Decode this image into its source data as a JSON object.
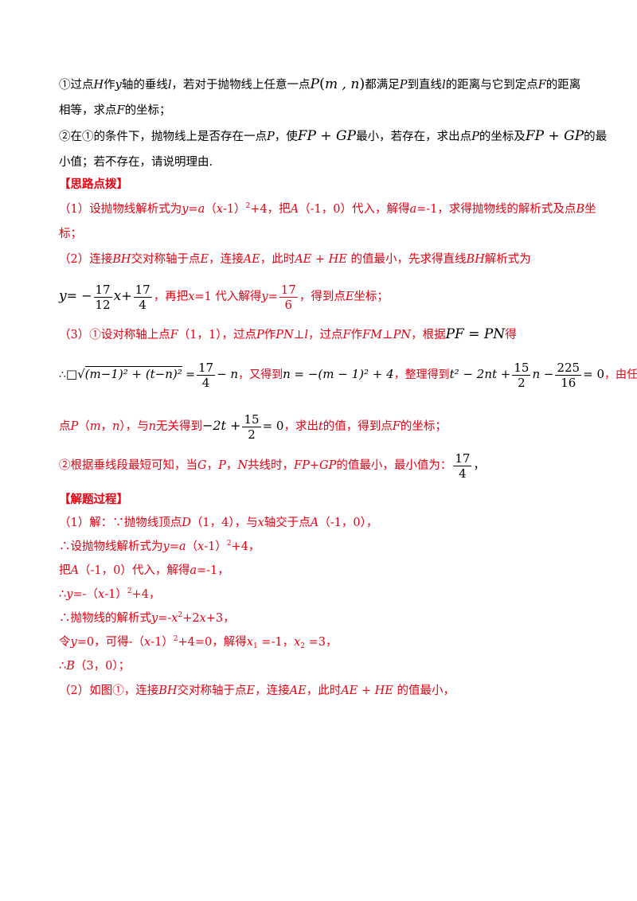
{
  "q2": {
    "l1_a": "①过点",
    "l1_H": "H",
    "l1_b": "作",
    "l1_y": "y",
    "l1_c": "轴的垂线",
    "l1_l": "l",
    "l1_d": "，若对于抛物线上任意一点",
    "l1_P": "P",
    "l1_paren_open": "(",
    "l1_mn": "m , n",
    "l1_paren_close": ")",
    "l1_e": "都满足",
    "l1_P2": "P",
    "l1_f": "到直线",
    "l1_l2": "l",
    "l1_g": "的距离与它到定点",
    "l1_F": "F",
    "l1_h": "的距离",
    "l2_a": "相等，求点",
    "l2_F": "F",
    "l2_b": "的坐标；",
    "l3_a": "②在①的条件下，抛物线上是否存在一点",
    "l3_P": "P",
    "l3_b": "，使",
    "l3_expr": "FP + GP",
    "l3_c": "最小，若存在，求出点",
    "l3_P2": "P",
    "l3_d": "的坐标及",
    "l3_expr2": "FP + GP",
    "l3_e": "的最",
    "l4": "小值；若不存在，请说明理由."
  },
  "hint": {
    "heading": "【思路点拨】",
    "s1_a": "（1）设抛物线解析式为",
    "s1_eq": "y=a",
    "s1_b": "（",
    "s1_x": "x",
    "s1_c": "-1）",
    "s1_sup": "2",
    "s1_d": "+4，把",
    "s1_A": "A",
    "s1_e": "（-1，0）代入，解得",
    "s1_a2": "a",
    "s1_f": "=-1，求得抛物线的解析式及点",
    "s1_B": "B",
    "s1_g": "坐",
    "s1_l2": "标；",
    "s2_a": "（2）连接",
    "s2_BH": "BH",
    "s2_b": "交对称轴于点",
    "s2_E": "E",
    "s2_c": "，连接",
    "s2_AE": "AE",
    "s2_d": "，此时",
    "s2_AEHE": "AE + HE",
    "s2_e": " 的值最小，先求得直线",
    "s2_BH2": "BH",
    "s2_f": "解析式为",
    "s2_y": "y",
    "s2_eqm": "= −",
    "s2_f1n": "17",
    "s2_f1d": "12",
    "s2_x": "x",
    "s2_plus": "+",
    "s2_f2n": "17",
    "s2_f2d": "4",
    "s2_g": "，再把",
    "s2_x2": "x",
    "s2_h": "=1 代入解得",
    "s2_y2": "y",
    "s2_eq2": "=",
    "s2_f3n": "17",
    "s2_f3d": "6",
    "s2_i": "，得到点",
    "s2_E2": "E",
    "s2_j": "坐标；",
    "s3_a": "（3）①设对称轴上点",
    "s3_F": "F",
    "s3_b": "（1，1），过点",
    "s3_P": "P",
    "s3_c": "作",
    "s3_PN": "PN",
    "s3_d": "⊥",
    "s3_l": "l",
    "s3_e": "，过点",
    "s3_F2": "F",
    "s3_f": "作",
    "s3_FM": "FM",
    "s3_g": "⊥",
    "s3_PN2": "PN",
    "s3_h": "，根据",
    "s3_PFPN": "PF = PN",
    "s3_i": "得",
    "s3_therefore": "∴",
    "s3_root": "□√",
    "s3_rad": "(m−1)² + (t−n)²",
    "s3_eq": " =",
    "s3_f1n": "17",
    "s3_f1d": "4",
    "s3_minus_n": "− n",
    "s3_j": "，又得到",
    "s3_n_eq": "n = −(m − 1)² + 4",
    "s3_k": "，整理得到",
    "s3_t2": "t² − 2nt +",
    "s3_f2n": "15",
    "s3_f2d": "2",
    "s3_n2": "n −",
    "s3_f3n": "225",
    "s3_f3d": "16",
    "s3_eq0": "= 0",
    "s3_l1": "，由任意一",
    "s3_m_a": "点",
    "s3_m_P": "P",
    "s3_m_b": "（",
    "s3_m_m": "m",
    "s3_m_c": "，",
    "s3_m_n": "n",
    "s3_m_d": "），与",
    "s3_m_n2": "n",
    "s3_m_e": "无关得到",
    "s3_m_expr": "−2t +",
    "s3_m_fn": "15",
    "s3_m_fd": "2",
    "s3_m_eq0": "= 0",
    "s3_m_f": "，求出",
    "s3_m_t": "t",
    "s3_m_g": "的值，得到点",
    "s3_m_F": "F",
    "s3_m_h": "的坐标；",
    "s4_a": "②根据垂线段最短可知，当",
    "s4_G": "G",
    "s4_b": "，",
    "s4_P": "P",
    "s4_c": "，",
    "s4_N": "N",
    "s4_d": "共线时，",
    "s4_FPGP": "FP+GP",
    "s4_e": "的值最小，最小值为：",
    "s4_fn": "17",
    "s4_fd": "4",
    "s4_f": "，"
  },
  "solution": {
    "heading": "【解题过程】",
    "r1_a": "（1）解：∵抛物线顶点",
    "r1_D": "D",
    "r1_b": "（1，4），与",
    "r1_x": "x",
    "r1_c": "轴交于点",
    "r1_A": "A",
    "r1_d": "（-1，0），",
    "r2_a": "∴设抛物线解析式为",
    "r2_eq": "y=a",
    "r2_b": "（",
    "r2_x": "x",
    "r2_c": "-1）",
    "r2_sup": "2",
    "r2_d": "+4，",
    "r3_a": "把",
    "r3_A": "A",
    "r3_b": "（-1，0）代入，解得",
    "r3_a2": "a",
    "r3_c": "=-1，",
    "r4_a": "∴",
    "r4_y": "y",
    "r4_b": "=-（",
    "r4_x": "x",
    "r4_c": "-1）",
    "r4_sup": "2",
    "r4_d": "+4，",
    "r5_a": "∴抛物线的解析式",
    "r5_y": "y",
    "r5_b": "=-",
    "r5_x": "x",
    "r5_sup": "2",
    "r5_c": "+2",
    "r5_x2": "x",
    "r5_d": "+3，",
    "r6_a": "令",
    "r6_y": "y",
    "r6_b": "=0，可得-（",
    "r6_x": "x",
    "r6_c": "-1）",
    "r6_sup": "2",
    "r6_d": "+4=0，解得",
    "r6_x1": "x",
    "r6_sub1": "1",
    "r6_e": " =-1，",
    "r6_x2": "x",
    "r6_sub2": "2",
    "r6_f": " =3，",
    "r7_a": "∴",
    "r7_B": "B",
    "r7_b": "（3，0）；",
    "r8_a": "（2）如图①，连接",
    "r8_BH": "BH",
    "r8_b": "交对称轴于点",
    "r8_E": "E",
    "r8_c": "，连接",
    "r8_AE": "AE",
    "r8_d": "，此时",
    "r8_AEHE": "AE + HE",
    "r8_e": " 的值最小，"
  }
}
